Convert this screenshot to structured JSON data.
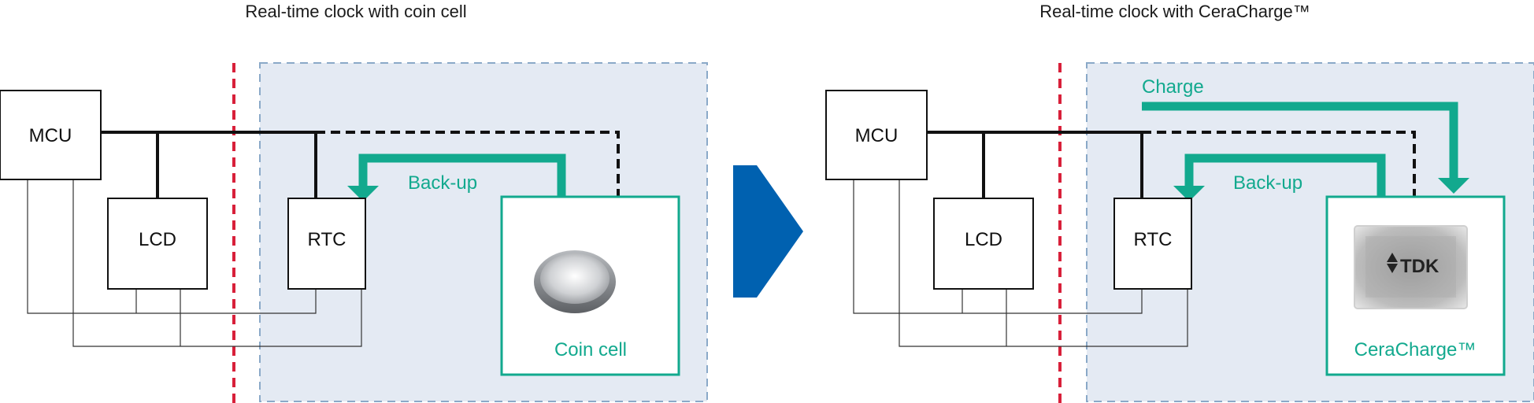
{
  "left_panel": {
    "title": "Real-time clock with coin cell",
    "mcu_label": "MCU",
    "lcd_label": "LCD",
    "rtc_label": "RTC",
    "backup_label": "Back-up",
    "battery_label": "Coin cell"
  },
  "right_panel": {
    "title": "Real-time clock with CeraCharge™",
    "mcu_label": "MCU",
    "lcd_label": "LCD",
    "rtc_label": "RTC",
    "backup_label": "Back-up",
    "charge_label": "Charge",
    "battery_label": "CeraCharge™",
    "chip_logo_text": "TDK"
  },
  "colors": {
    "teal": "#12a98e",
    "dashed_red": "#d8203a",
    "dashed_blue": "#8aa9c8",
    "panel_fill": "#e4eaf3",
    "arrow_blue": "#0061b0"
  }
}
